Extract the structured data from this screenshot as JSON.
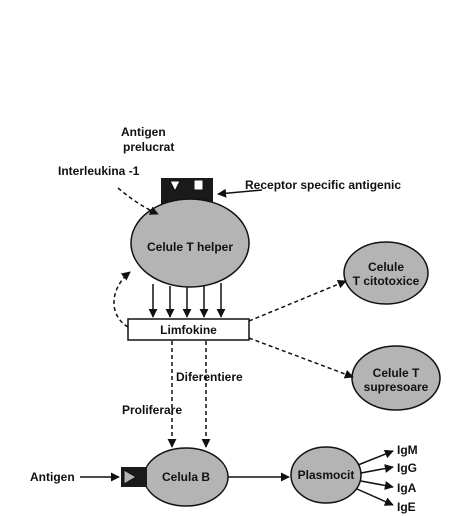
{
  "labels": {
    "antigen_prelucrat_1": "Antigen",
    "antigen_prelucrat_2": "prelucrat",
    "interleukina": "Interleukina -1",
    "receptor": "Receptor specific antigenic",
    "t_helper": "Celule T helper",
    "t_citotoxice_1": "Celule",
    "t_citotoxice_2": "T citotoxice",
    "limfokine": "Limfokine",
    "t_supresoare_1": "Celule T",
    "t_supresoare_2": "supresoare",
    "diferentiere": "Diferentiere",
    "proliferare": "Proliferare",
    "antigen": "Antigen",
    "celula_b": "Celula B",
    "plasmocit": "Plasmocit",
    "igm": "IgM",
    "igg": "IgG",
    "iga": "IgA",
    "ige": "IgE"
  },
  "colors": {
    "cell_fill": "#b4b4b4",
    "stroke": "#111111",
    "receptor_fill": "#1a1a1a"
  }
}
